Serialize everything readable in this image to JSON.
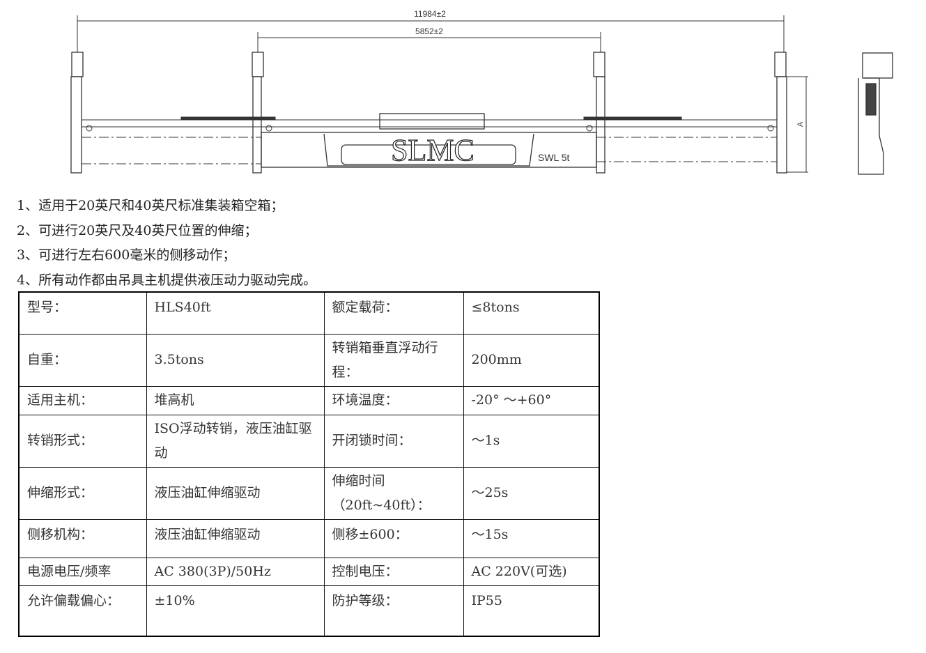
{
  "drawing": {
    "dim_overall": "11984±2",
    "dim_inner": "5852±2",
    "brand": "SLMC",
    "swl": "SWL 5t",
    "height_label": "A"
  },
  "notes": [
    "1、适用于20英尺和40英尺标准集装箱空箱；",
    "2、可进行20英尺及40英尺位置的伸缩；",
    "3、可进行左右600毫米的侧移动作；",
    "4、所有动作都由吊具主机提供液压动力驱动完成。"
  ],
  "specs": [
    [
      "型号：",
      "HLS40ft",
      "额定载荷：",
      "≤8tons"
    ],
    [
      "自重：",
      "3.5tons",
      "转销箱垂直浮动行程：",
      "200mm"
    ],
    [
      "适用主机：",
      "堆高机",
      "环境温度：",
      "-20° ～+60°"
    ],
    [
      "转销形式：",
      "ISO浮动转销，液压油缸驱动",
      "开闭锁时间：",
      "～1s"
    ],
    [
      "伸缩形式：",
      "液压油缸伸缩驱动",
      "伸缩时间（20ft~40ft）：",
      "～25s"
    ],
    [
      "侧移机构：",
      "液压油缸伸缩驱动",
      "侧移±600：",
      "～15s"
    ],
    [
      "电源电压/频率",
      "AC 380(3P)/50Hz",
      "控制电压：",
      "AC 220V(可选)"
    ],
    [
      "允许偏载偏心：",
      "±10%",
      "防护等级：",
      "IP55"
    ]
  ]
}
